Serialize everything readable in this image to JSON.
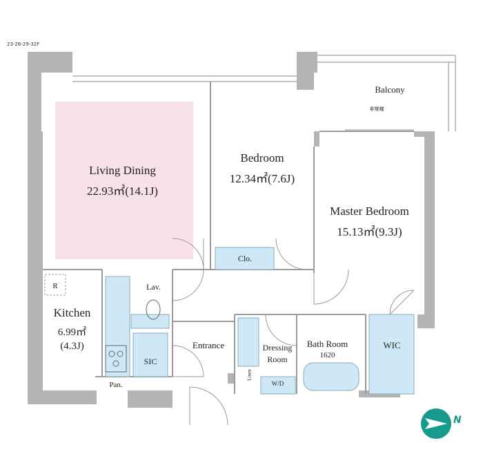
{
  "plan_code": "23-26-29-32F",
  "rooms": {
    "living": {
      "name": "Living Dining",
      "area": "22.93㎡(14.1J)"
    },
    "bedroom": {
      "name": "Bedroom",
      "area": "12.34㎡(7.6J)"
    },
    "master": {
      "name": "Master Bedroom",
      "area": "15.13㎡(9.3J)"
    },
    "kitchen": {
      "name": "Kitchen",
      "area": "6.99㎡",
      "tatami": "(4.3J)"
    },
    "balcony": {
      "name": "Balcony",
      "note": "非常梯"
    },
    "closet": "Clo.",
    "lav": "Lav.",
    "sic": "SIC",
    "entrance": "Entrance",
    "dressing_line1": "Dressing",
    "dressing_line2": "Room",
    "bath": "Bath Room",
    "bath_size": "1620",
    "wic": "WIC",
    "pantry": "Pan.",
    "fridge": "R",
    "linen": "Linen",
    "washer": "W/D"
  },
  "compass": "N",
  "colors": {
    "living_highlight": "#f8e2ea",
    "fixture_blue": "#cfe8f6",
    "wall": "#b3b3b3",
    "compass": "#159a8c"
  }
}
